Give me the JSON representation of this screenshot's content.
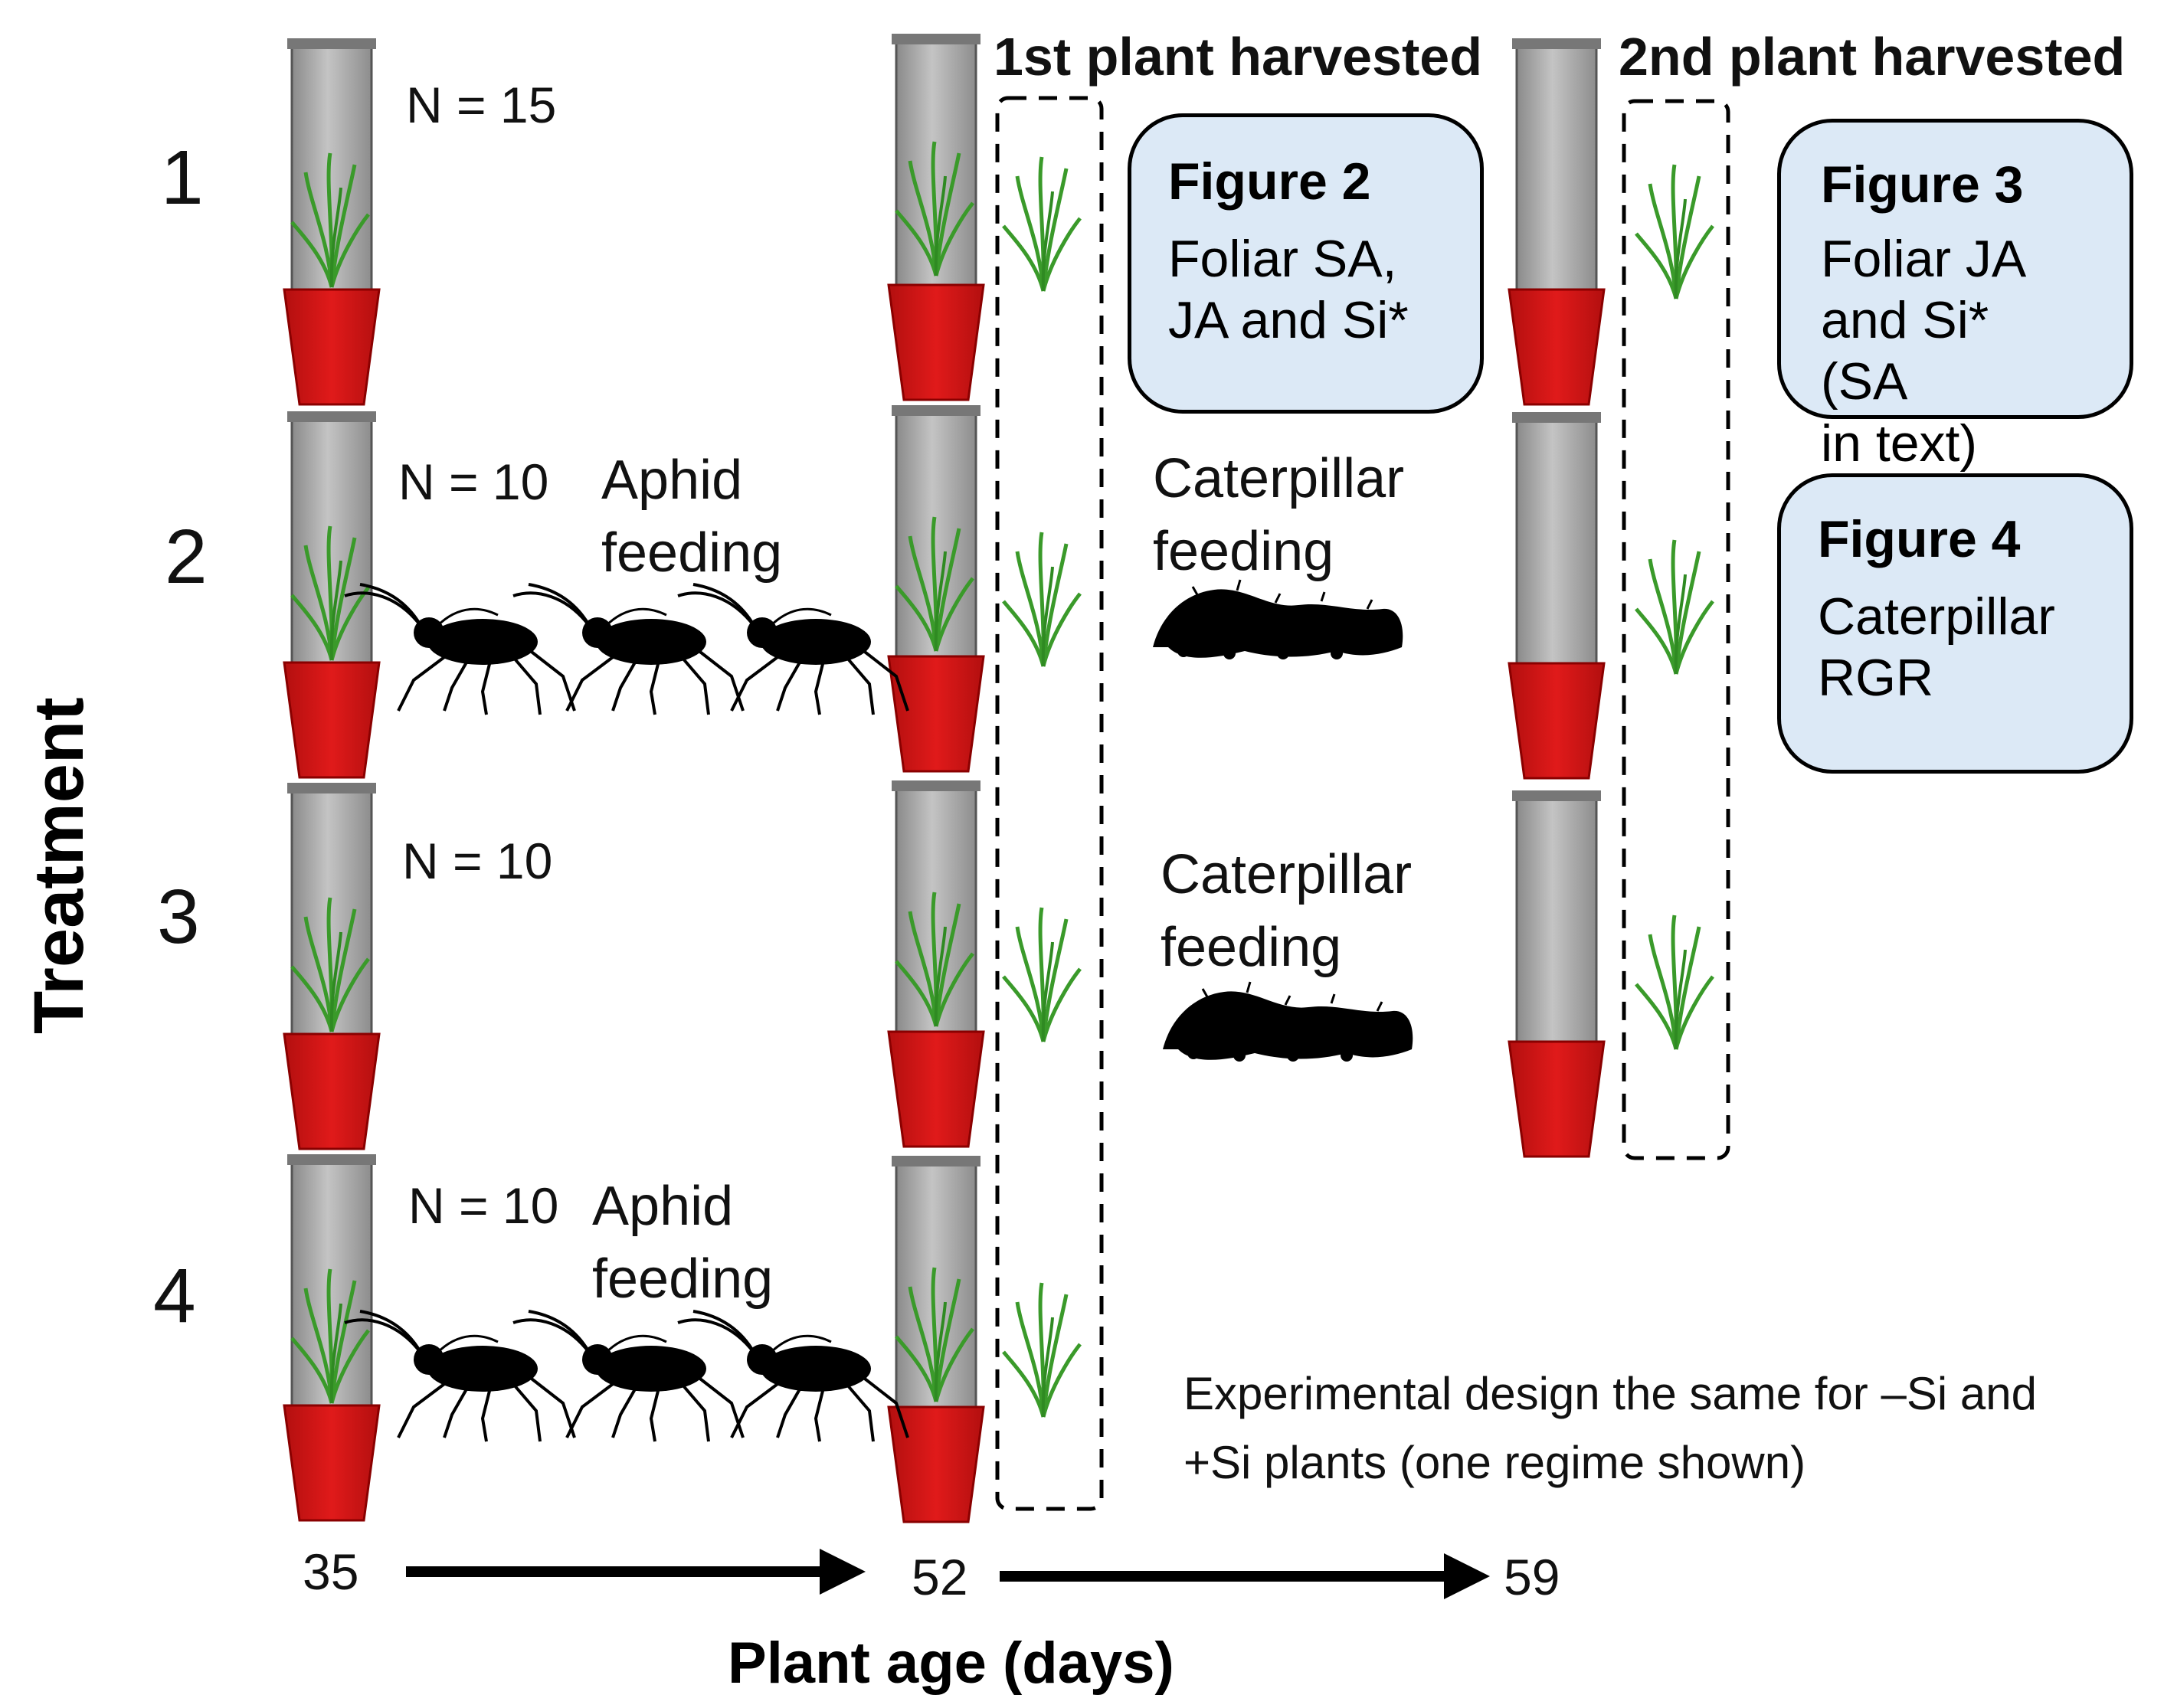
{
  "axis": {
    "x_title": "Plant age (days)",
    "y_title": "Treatment",
    "ages": {
      "start": "35",
      "mid": "52",
      "end": "59"
    }
  },
  "headers": {
    "first": "1st plant harvested",
    "second": "2nd plant harvested"
  },
  "treatments": [
    {
      "number": "1",
      "n": "N = 15"
    },
    {
      "number": "2",
      "n": "N = 10",
      "feeding": "Aphid feeding",
      "feeding_line1": "Aphid",
      "feeding_line2": "feeding",
      "later": "Caterpillar feeding",
      "later_line1": "Caterpillar",
      "later_line2": "feeding"
    },
    {
      "number": "3",
      "n": "N = 10",
      "later": "Caterpillar feeding",
      "later_line1": "Caterpillar",
      "later_line2": "feeding"
    },
    {
      "number": "4",
      "n": "N = 10",
      "feeding": "Aphid feeding",
      "feeding_line1": "Aphid",
      "feeding_line2": "feeding"
    }
  ],
  "figure_boxes": [
    {
      "title": "Figure 2",
      "lines": [
        "Foliar SA,",
        "JA and Si*"
      ]
    },
    {
      "title": "Figure 3",
      "lines": [
        "Foliar JA",
        "and Si* (SA",
        "in text)"
      ]
    },
    {
      "title": "Figure 4",
      "lines": [
        "Caterpillar",
        "RGR"
      ]
    }
  ],
  "note": {
    "line1": "Experimental design  the same for –Si and",
    "line2": "+Si plants (one regime shown)"
  },
  "colors": {
    "pot": "#cc1111",
    "tube": "#a7a7a7",
    "leaf": "#3a9a2a",
    "box_fill": "#dce9f6",
    "insect": "#000000"
  },
  "icons": [
    "plant-tube-icon",
    "aphid-icon",
    "caterpillar-icon",
    "grass-icon"
  ]
}
